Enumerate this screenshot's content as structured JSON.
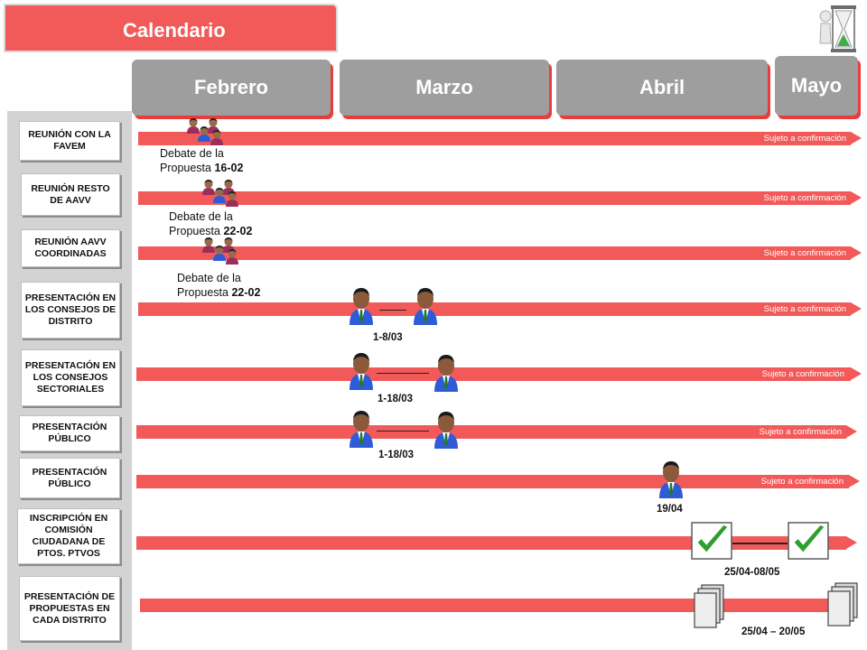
{
  "header": {
    "title": "Calendario"
  },
  "months": [
    "Febrero",
    "Marzo",
    "Abril",
    "Mayo"
  ],
  "rows": [
    {
      "label": "REUNIÓN CON LA FAVEM",
      "confirm": "Sujeto a confirmación",
      "note_line1": "Debate de la",
      "note_line2_text": "Propuesta ",
      "note_line2_bold": "16-02"
    },
    {
      "label": "REUNIÓN RESTO DE AAVV",
      "confirm": "Sujeto a confirmación",
      "note_line1": "Debate de la",
      "note_line2_text": "Propuesta ",
      "note_line2_bold": "22-02"
    },
    {
      "label": "REUNIÓN AAVV COORDINADAS",
      "confirm": "Sujeto a confirmación",
      "note_line1": "Debate de la",
      "note_line2_text": "Propuesta ",
      "note_line2_bold": "22-02"
    },
    {
      "label": "PRESENTACIÓN EN LOS CONSEJOS DE DISTRITO",
      "confirm": "Sujeto a confirmación",
      "date": "1-8/03"
    },
    {
      "label": "PRESENTACIÓN EN LOS CONSEJOS SECTORIALES",
      "confirm": "Sujeto a confirmación",
      "date": "1-18/03"
    },
    {
      "label": "PRESENTACIÓN PÚBLICO",
      "confirm": "Sujeto a confirmación",
      "date": "1-18/03"
    },
    {
      "label": "PRESENTACIÓN PÚBLICO",
      "confirm": "Sujeto a confirmación",
      "date": "19/04"
    },
    {
      "label": "INSCRIPCIÓN EN COMISIÓN CIUDADANA DE PTOS. PTVOS",
      "date": "25/04-08/05"
    },
    {
      "label": "PRESENTACIÓN DE PROPUESTAS EN CADA DISTRITO",
      "date": "25/04 – 20/05"
    }
  ],
  "icons": {
    "group": "people-group-icon",
    "person": "businessman-icon",
    "check": "checkmark-icon",
    "docs": "document-stack-icon",
    "hourglass": "hourglass-figure-icon"
  },
  "colors": {
    "accent": "#f25a5a",
    "month_tab": "#9e9e9e",
    "panel": "#d3d3d3",
    "check": "#2e9e2e"
  }
}
